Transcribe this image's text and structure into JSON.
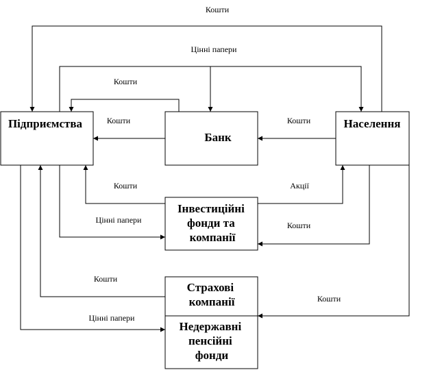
{
  "nodes": {
    "enterprises": [
      "Підприємства"
    ],
    "bank": [
      "Банк"
    ],
    "population": [
      "Населення"
    ],
    "investment": [
      "Інвестиційні",
      "фонди та",
      "компанії"
    ],
    "insurance": [
      "Страхові",
      "компанії"
    ],
    "pension": [
      "Недержавні",
      "пенсійні",
      "фонди"
    ]
  },
  "edges": {
    "pop_to_ent_top": "Кошти",
    "ent_to_pop_securities": "Цінні папери",
    "bank_to_ent_loop": "Кошти",
    "bank_to_ent": "Кошти",
    "pop_to_bank": "Кошти",
    "inv_to_ent": "Кошти",
    "inv_to_pop_shares": "Акції",
    "ent_to_inv_securities": "Цінні папери",
    "pop_to_inv": "Кошти",
    "ins_to_ent": "Кошти",
    "pop_to_pension": "Кошти",
    "ent_to_pension_securities": "Цінні папери"
  }
}
